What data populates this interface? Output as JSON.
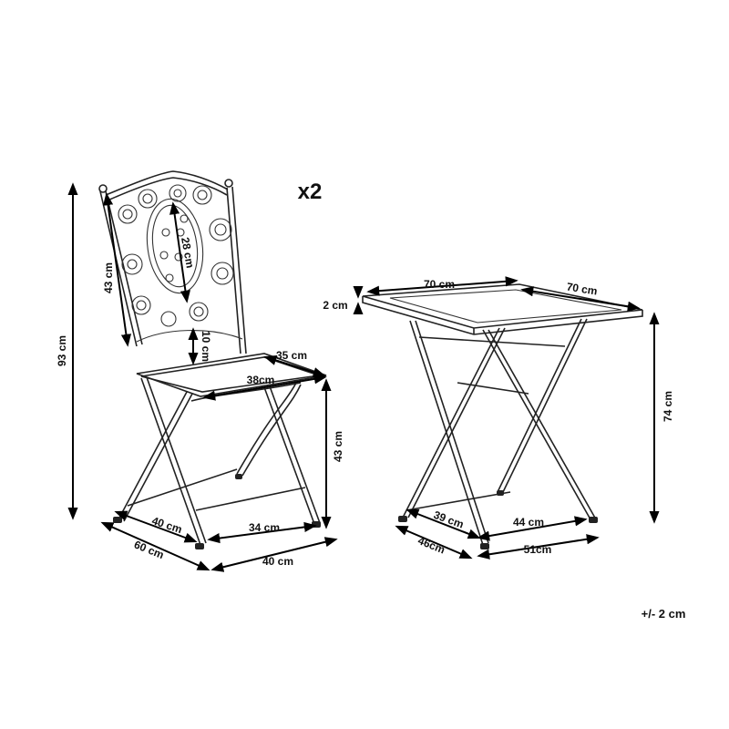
{
  "quantity_label": "x2",
  "tolerance": "+/- 2 cm",
  "chair": {
    "total_height": "93 cm",
    "backrest_height": "43 cm",
    "backrest_panel": "28 cm",
    "backrest_gap": "10 cm",
    "seat_depth": "35 cm",
    "seat_width": "38cm",
    "seat_height": "43 cm",
    "base_depth_front": "40 cm",
    "base_inner": "34 cm",
    "base_depth_outer": "60 cm",
    "base_width": "40 cm"
  },
  "table": {
    "top_width": "70 cm",
    "top_depth": "70 cm",
    "top_thickness": "2 cm",
    "height": "74 cm",
    "base_inner_depth": "39 cm",
    "base_inner_width": "44 cm",
    "base_outer_depth": "46cm",
    "base_outer_width": "51cm"
  }
}
